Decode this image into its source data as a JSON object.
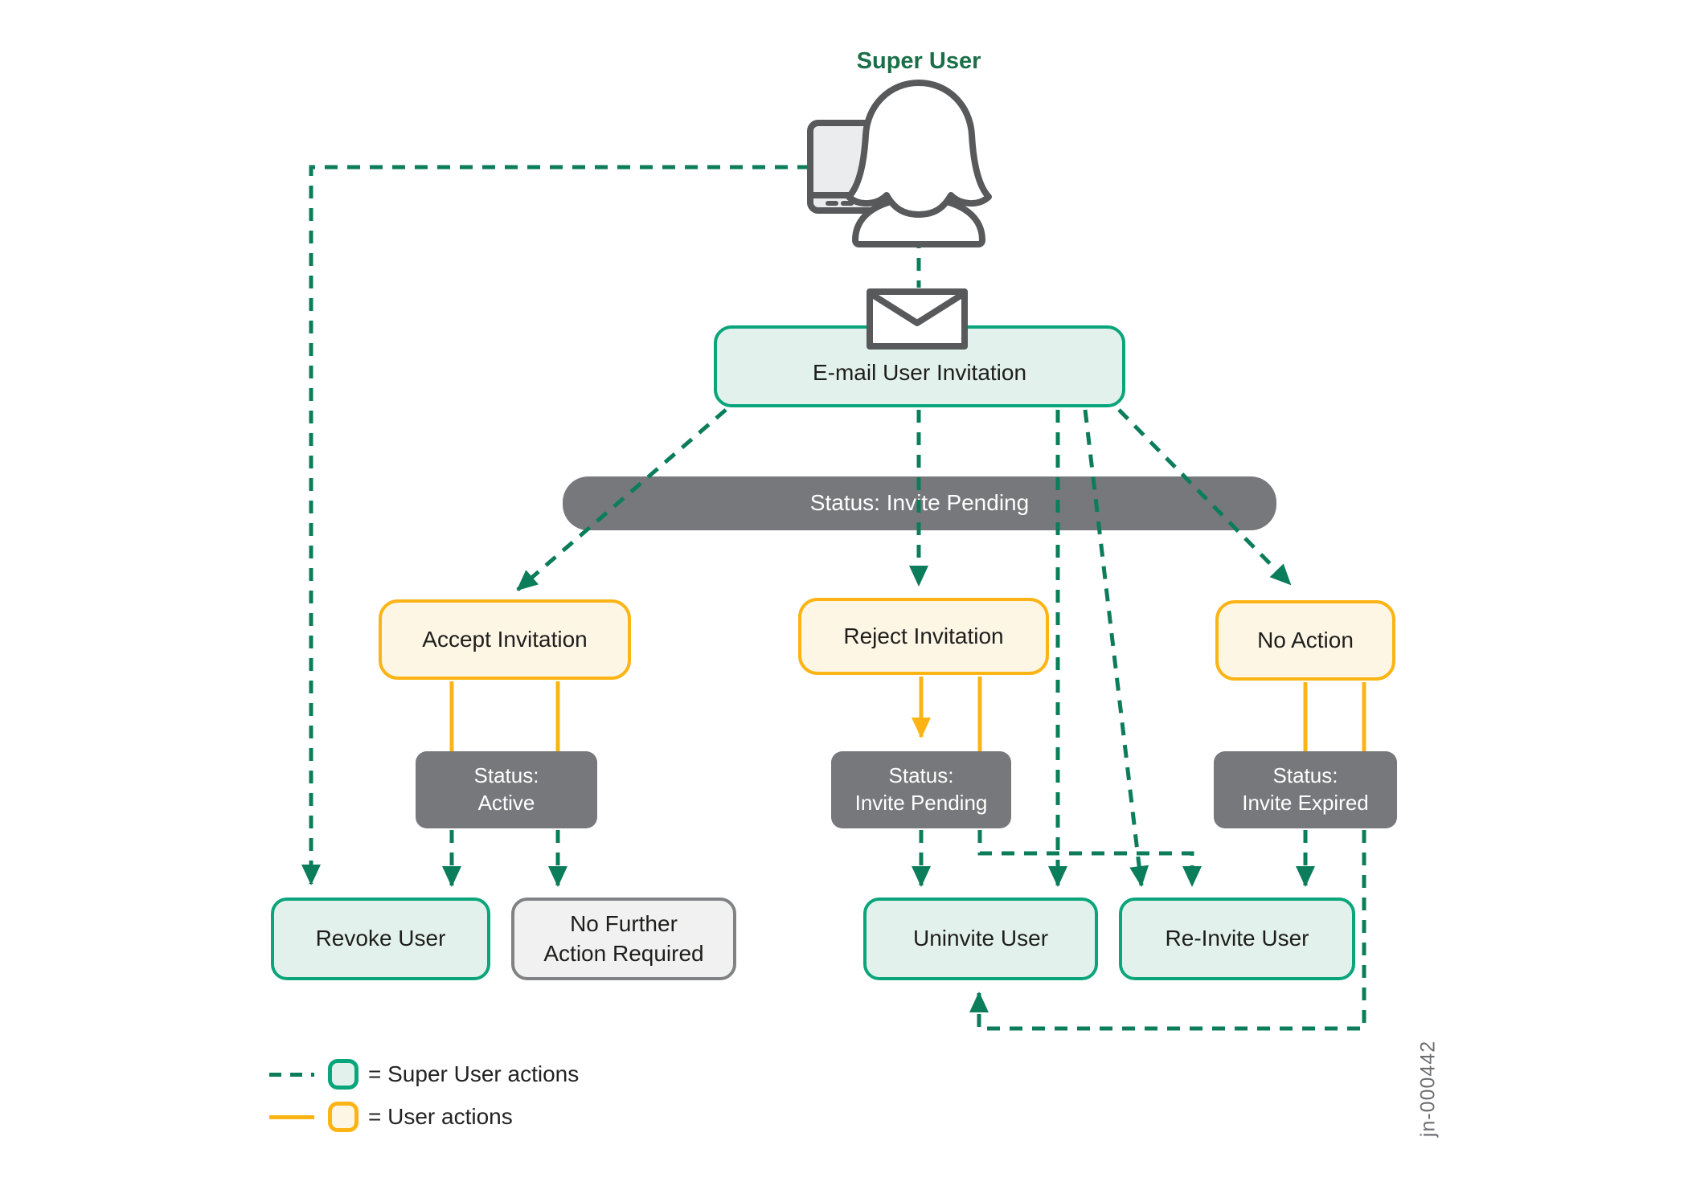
{
  "title": "Super User",
  "figure_id": "jn-000442",
  "colors": {
    "super_user_action_green": "#0c7d5b",
    "node_border_green": "#0ba57b",
    "node_fill_mint": "#e2f1ec",
    "user_action_yellow": "#fcb415",
    "node_fill_cream": "#fdf6e5",
    "status_gray": "#77787b",
    "neutral_fill": "#f1f1f2",
    "neutral_border": "#808285",
    "icon_gray": "#58595b",
    "title_green": "#1a6f48"
  },
  "nodes": {
    "email_invitation": "E-mail User Invitation",
    "status_invite_pending_bar": "Status: Invite Pending",
    "accept_invitation": "Accept Invitation",
    "reject_invitation": "Reject Invitation",
    "no_action": "No Action",
    "status_active": "Status:\nActive",
    "status_invite_pending": "Status:\nInvite Pending",
    "status_invite_expired": "Status:\nInvite Expired",
    "revoke_user": "Revoke User",
    "no_further_action": "No Further\nAction Required",
    "uninvite_user": "Uninvite User",
    "reinvite_user": "Re-Invite User"
  },
  "legend": {
    "super_user_actions": "= Super User actions",
    "user_actions": "= User actions"
  }
}
